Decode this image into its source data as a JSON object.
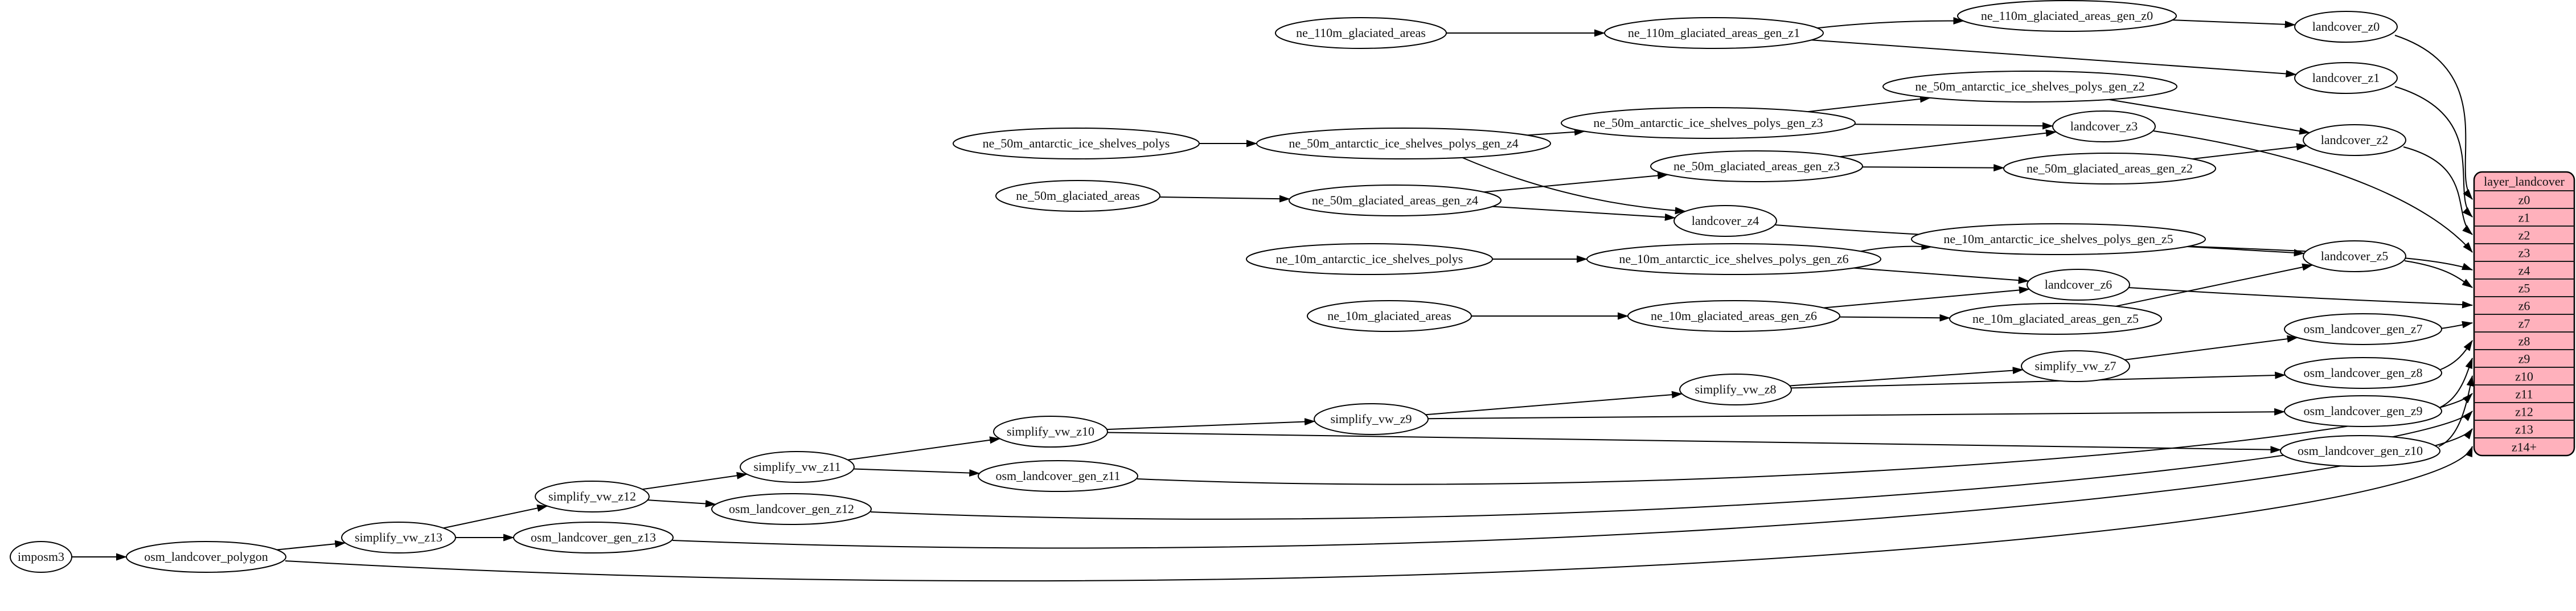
{
  "diagram": {
    "kind": "etl-dependency-graph",
    "background_color": "#ffffff",
    "node_fill": "#ffffff",
    "node_stroke": "#000000",
    "edge_color": "#000000",
    "nodes": [
      {
        "id": "ne110_src",
        "label": "ne_110m_glaciated_areas"
      },
      {
        "id": "ne110_g1",
        "label": "ne_110m_glaciated_areas_gen_z1"
      },
      {
        "id": "ne110_g0",
        "label": "ne_110m_glaciated_areas_gen_z0"
      },
      {
        "id": "lc_z0",
        "label": "landcover_z0"
      },
      {
        "id": "lc_z1",
        "label": "landcover_z1"
      },
      {
        "id": "lc_z2",
        "label": "landcover_z2"
      },
      {
        "id": "lc_z3",
        "label": "landcover_z3"
      },
      {
        "id": "lc_z4",
        "label": "landcover_z4"
      },
      {
        "id": "lc_z5",
        "label": "landcover_z5"
      },
      {
        "id": "lc_z6",
        "label": "landcover_z6"
      },
      {
        "id": "ne50_ice",
        "label": "ne_50m_antarctic_ice_shelves_polys"
      },
      {
        "id": "ne50_ice_g4",
        "label": "ne_50m_antarctic_ice_shelves_polys_gen_z4"
      },
      {
        "id": "ne50_ice_g3",
        "label": "ne_50m_antarctic_ice_shelves_polys_gen_z3"
      },
      {
        "id": "ne50_ice_g2",
        "label": "ne_50m_antarctic_ice_shelves_polys_gen_z2"
      },
      {
        "id": "ne50_glac",
        "label": "ne_50m_glaciated_areas"
      },
      {
        "id": "ne50_glac_g4",
        "label": "ne_50m_glaciated_areas_gen_z4"
      },
      {
        "id": "ne50_glac_g3",
        "label": "ne_50m_glaciated_areas_gen_z3"
      },
      {
        "id": "ne50_glac_g2",
        "label": "ne_50m_glaciated_areas_gen_z2"
      },
      {
        "id": "ne10_ice",
        "label": "ne_10m_antarctic_ice_shelves_polys"
      },
      {
        "id": "ne10_ice_g6",
        "label": "ne_10m_antarctic_ice_shelves_polys_gen_z6"
      },
      {
        "id": "ne10_ice_g5",
        "label": "ne_10m_antarctic_ice_shelves_polys_gen_z5"
      },
      {
        "id": "ne10_glac",
        "label": "ne_10m_glaciated_areas"
      },
      {
        "id": "ne10_glac_g6",
        "label": "ne_10m_glaciated_areas_gen_z6"
      },
      {
        "id": "ne10_glac_g5",
        "label": "ne_10m_glaciated_areas_gen_z5"
      },
      {
        "id": "imposm",
        "label": "imposm3"
      },
      {
        "id": "osm_poly",
        "label": "osm_landcover_polygon"
      },
      {
        "id": "svw13",
        "label": "simplify_vw_z13"
      },
      {
        "id": "og13",
        "label": "osm_landcover_gen_z13"
      },
      {
        "id": "svw12",
        "label": "simplify_vw_z12"
      },
      {
        "id": "og12",
        "label": "osm_landcover_gen_z12"
      },
      {
        "id": "svw11",
        "label": "simplify_vw_z11"
      },
      {
        "id": "og11",
        "label": "osm_landcover_gen_z11"
      },
      {
        "id": "svw10",
        "label": "simplify_vw_z10"
      },
      {
        "id": "svw9",
        "label": "simplify_vw_z9"
      },
      {
        "id": "svw8",
        "label": "simplify_vw_z8"
      },
      {
        "id": "svw7",
        "label": "simplify_vw_z7"
      },
      {
        "id": "og7",
        "label": "osm_landcover_gen_z7"
      },
      {
        "id": "og8",
        "label": "osm_landcover_gen_z8"
      },
      {
        "id": "og9",
        "label": "osm_landcover_gen_z9"
      },
      {
        "id": "og10",
        "label": "osm_landcover_gen_z10"
      }
    ],
    "edges": [
      {
        "from": "ne110_src",
        "to": "ne110_g1"
      },
      {
        "from": "ne110_g1",
        "to": "ne110_g0"
      },
      {
        "from": "ne110_g1",
        "to": "lc_z1"
      },
      {
        "from": "ne110_g0",
        "to": "lc_z0"
      },
      {
        "from": "ne50_ice",
        "to": "ne50_ice_g4"
      },
      {
        "from": "ne50_ice_g4",
        "to": "ne50_ice_g3"
      },
      {
        "from": "ne50_ice_g3",
        "to": "ne50_ice_g2"
      },
      {
        "from": "ne50_ice_g4",
        "to": "lc_z4"
      },
      {
        "from": "ne50_ice_g3",
        "to": "lc_z3"
      },
      {
        "from": "ne50_ice_g2",
        "to": "lc_z2"
      },
      {
        "from": "ne50_glac",
        "to": "ne50_glac_g4"
      },
      {
        "from": "ne50_glac_g4",
        "to": "ne50_glac_g3"
      },
      {
        "from": "ne50_glac_g3",
        "to": "ne50_glac_g2"
      },
      {
        "from": "ne50_glac_g4",
        "to": "lc_z4"
      },
      {
        "from": "ne50_glac_g3",
        "to": "lc_z3"
      },
      {
        "from": "ne50_glac_g2",
        "to": "lc_z2"
      },
      {
        "from": "ne10_ice",
        "to": "ne10_ice_g6"
      },
      {
        "from": "ne10_ice_g6",
        "to": "ne10_ice_g5"
      },
      {
        "from": "ne10_ice_g6",
        "to": "lc_z6"
      },
      {
        "from": "ne10_ice_g5",
        "to": "lc_z5"
      },
      {
        "from": "ne10_glac",
        "to": "ne10_glac_g6"
      },
      {
        "from": "ne10_glac_g6",
        "to": "ne10_glac_g5"
      },
      {
        "from": "ne10_glac_g6",
        "to": "lc_z6"
      },
      {
        "from": "ne10_glac_g5",
        "to": "lc_z5"
      },
      {
        "from": "imposm",
        "to": "osm_poly"
      },
      {
        "from": "osm_poly",
        "to": "svw13"
      },
      {
        "from": "svw13",
        "to": "og13"
      },
      {
        "from": "svw13",
        "to": "svw12"
      },
      {
        "from": "svw12",
        "to": "og12"
      },
      {
        "from": "svw12",
        "to": "svw11"
      },
      {
        "from": "svw11",
        "to": "og11"
      },
      {
        "from": "svw11",
        "to": "svw10"
      },
      {
        "from": "svw10",
        "to": "svw9"
      },
      {
        "from": "svw9",
        "to": "svw8"
      },
      {
        "from": "svw8",
        "to": "svw7"
      },
      {
        "from": "svw10",
        "to": "og10"
      },
      {
        "from": "svw9",
        "to": "og9"
      },
      {
        "from": "svw8",
        "to": "og8"
      },
      {
        "from": "svw7",
        "to": "og7"
      },
      {
        "from": "lc_z0",
        "to": "layer:z0"
      },
      {
        "from": "lc_z1",
        "to": "layer:z1"
      },
      {
        "from": "lc_z2",
        "to": "layer:z2"
      },
      {
        "from": "lc_z3",
        "to": "layer:z3"
      },
      {
        "from": "lc_z4",
        "to": "layer:z4"
      },
      {
        "from": "lc_z5",
        "to": "layer:z5"
      },
      {
        "from": "lc_z6",
        "to": "layer:z6"
      },
      {
        "from": "og7",
        "to": "layer:z7"
      },
      {
        "from": "og8",
        "to": "layer:z8"
      },
      {
        "from": "og9",
        "to": "layer:z9"
      },
      {
        "from": "og10",
        "to": "layer:z10"
      },
      {
        "from": "og11",
        "to": "layer:z11"
      },
      {
        "from": "og12",
        "to": "layer:z12"
      },
      {
        "from": "og13",
        "to": "layer:z13"
      },
      {
        "from": "osm_poly",
        "to": "layer:z14+"
      }
    ],
    "table": {
      "title": "layer_landcover",
      "rows": [
        "z0",
        "z1",
        "z2",
        "z3",
        "z4",
        "z5",
        "z6",
        "z7",
        "z8",
        "z9",
        "z10",
        "z11",
        "z12",
        "z13",
        "z14+"
      ],
      "fill": "#ffb1bc",
      "stroke": "#000000"
    }
  }
}
